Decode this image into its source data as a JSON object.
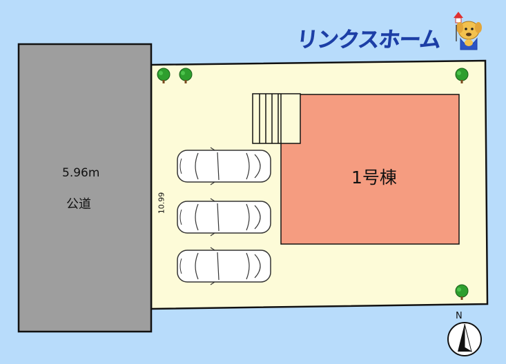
{
  "brand": {
    "logo_text": "リンクスホーム"
  },
  "road": {
    "width": "5.96m",
    "label": "公道"
  },
  "lot": {
    "frontage": "10.99"
  },
  "building": {
    "label": "1号棟"
  },
  "compass": {
    "label": "N"
  },
  "colors": {
    "background": "#b8dcfb",
    "road": "#9e9e9e",
    "lot": "#fdfbd8",
    "building": "#f59c80",
    "tree": "#2e9e2e",
    "logo": "#1d3fa6"
  }
}
